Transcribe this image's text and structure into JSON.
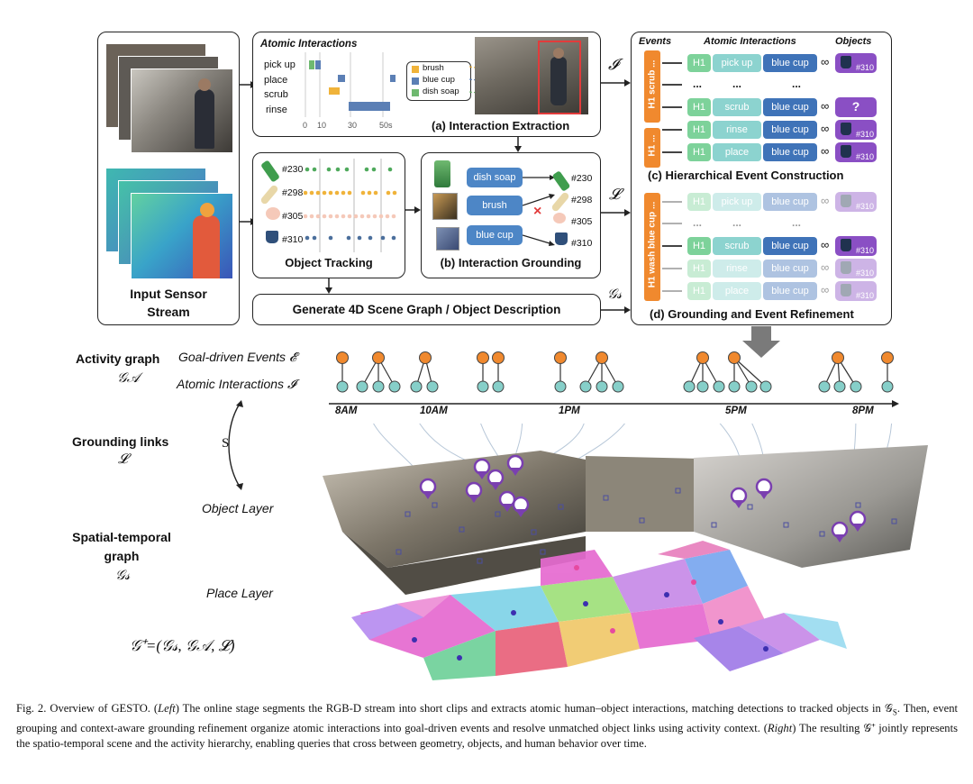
{
  "panels": {
    "input_sensor": {
      "title_line1": "Input Sensor",
      "title_line2": "Stream"
    },
    "interaction_extraction": {
      "heading": "Atomic Interactions",
      "rows": [
        "pick up",
        "place",
        "scrub",
        "rinse"
      ],
      "axis_ticks": [
        "0",
        "10",
        "30",
        "50s"
      ],
      "legend": [
        "brush",
        "blue cup",
        "dish soap"
      ],
      "label": "(a) Interaction Extraction",
      "symbol": "𝓘"
    },
    "object_tracking": {
      "label": "Object Tracking",
      "ids": [
        "#230",
        "#298",
        "#305",
        "#310"
      ]
    },
    "interaction_grounding": {
      "label": "(b) Interaction Grounding",
      "chips": [
        "dish soap",
        "brush",
        "blue cup"
      ],
      "ids": [
        "#230",
        "#298",
        "#305",
        "#310"
      ],
      "cross": "×",
      "symbol": "𝓛"
    },
    "scene_graph": {
      "label": "Generate 4D Scene Graph / Object Description",
      "symbol": "𝒢𝓈"
    },
    "hierarchical": {
      "headers": [
        "Events",
        "Atomic Interactions",
        "Objects"
      ],
      "event_tags": [
        "H1 scrub ...",
        "H1 ..."
      ],
      "rows": [
        {
          "h": "H1",
          "action": "pick up",
          "object": "blue cup",
          "id": "#310"
        },
        {
          "h": "...",
          "action": "...",
          "object": "...",
          "id": ""
        },
        {
          "h": "H1",
          "action": "scrub",
          "object": "blue cup",
          "id": "?"
        },
        {
          "h": "H1",
          "action": "rinse",
          "object": "blue cup",
          "id": "#310"
        },
        {
          "h": "H1",
          "action": "place",
          "object": "blue cup",
          "id": "#310"
        }
      ],
      "label": "(c) Hierarchical Event Construction"
    },
    "refinement": {
      "event_tag": "H1 wash blue cup ...",
      "rows": [
        {
          "h": "H1",
          "action": "pick up",
          "object": "blue cup",
          "id": "#310"
        },
        {
          "h": "...",
          "action": "...",
          "object": "...",
          "id": ""
        },
        {
          "h": "H1",
          "action": "scrub",
          "object": "blue cup",
          "id": "#310"
        },
        {
          "h": "H1",
          "action": "rinse",
          "object": "blue cup",
          "id": "#310"
        },
        {
          "h": "H1",
          "action": "place",
          "object": "blue cup",
          "id": "#310"
        }
      ],
      "label": "(d) Grounding and Event Refinement"
    }
  },
  "graph": {
    "activity_graph": "Activity graph",
    "activity_sym": "𝒢𝒜",
    "goal_events": "Goal-driven Events",
    "goal_sym": "𝓔",
    "atomic": "Atomic Interactions",
    "atomic_sym": "𝓘",
    "grounding_links": "Grounding links",
    "grounding_sym": "𝓛",
    "s_sym": "S",
    "object_layer": "Object Layer",
    "spatial_temporal_1": "Spatial-temporal",
    "spatial_temporal_2": "graph",
    "spatial_sym": "𝒢𝓈",
    "place_layer": "Place Layer",
    "formula": "𝒢⁺=(𝒢𝓈, 𝒢𝒜, 𝓛)",
    "times": [
      "8AM",
      "10AM",
      "1PM",
      "5PM",
      "8PM"
    ]
  },
  "caption": {
    "p1": "Fig. 2.   Overview of GESTO. (",
    "left": "Left",
    "p2": ") The online stage segments the RGB-D stream into short clips and extracts atomic human–object interactions, matching detections to tracked objects in 𝒢",
    "sub": "S",
    "p3": ". Then, event grouping and context-aware grounding refinement organize atomic interactions into goal-driven events and resolve unmatched object links using activity context. (",
    "right": "Right",
    "p4": ") The resulting 𝒢⁺ jointly represents the spatio-temporal scene and the activity hierarchy, enabling queries that cross between geometry, objects, and human behavior over time."
  },
  "colors": {
    "orange": "#f0892e",
    "teal": "#86cfc9",
    "purple": "#8a4fc4",
    "blue": "#3f73b8",
    "green": "#7dd29a"
  }
}
